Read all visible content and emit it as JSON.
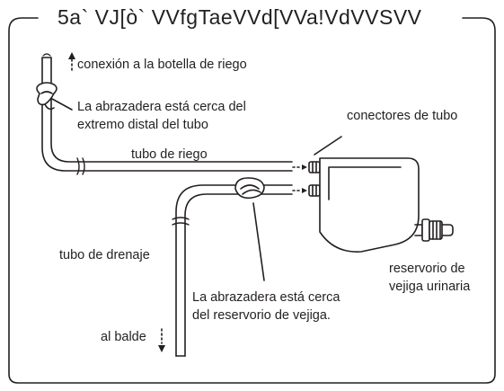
{
  "title": "5a` VJ[ò` VVfgTaeVVd[VVa!VdVVSVV",
  "labels": {
    "connection_to_bottle": "conexión a la botella de riego",
    "clamp_distal_line1": "La abrazadera está cerca del",
    "clamp_distal_line2": "extremo distal del tubo",
    "tube_connectors": "conectores de tubo",
    "irrigation_tube": "tubo de riego",
    "drainage_tube": "tubo de drenaje",
    "to_bucket": "al balde",
    "clamp_reservoir_line1": "La abrazadera está cerca",
    "clamp_reservoir_line2": "del reservorio de vejiga.",
    "reservoir_line1": "reservorio de",
    "reservoir_line2": "vejiga urinaria"
  },
  "colors": {
    "stroke": "#231f20",
    "background": "#ffffff"
  }
}
